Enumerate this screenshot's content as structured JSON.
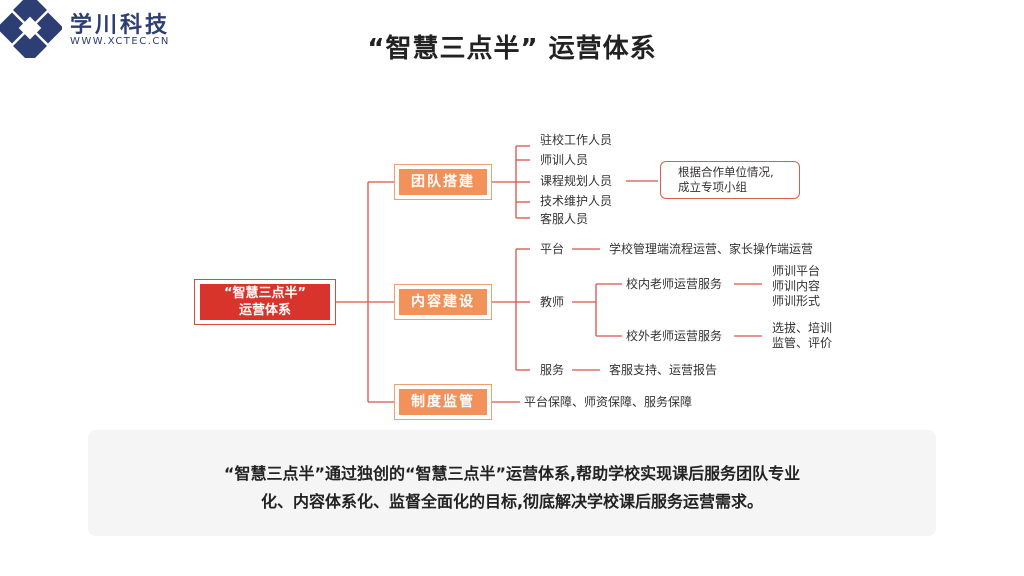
{
  "brand": {
    "name_cn": "学川科技",
    "url": "WWW.XCTEC.CN"
  },
  "title": "“智慧三点半” 运营体系",
  "root": {
    "line1": "“智慧三点半”",
    "line2": "运营体系"
  },
  "team": {
    "label": "团队搭建",
    "items": [
      "驻校工作人员",
      "师训人员",
      "课程规划人员",
      "技术维护人员",
      "客服人员"
    ],
    "note_line1": "根据合作单位情况,",
    "note_line2": "成立专项小组"
  },
  "content": {
    "label": "内容建设",
    "platform": {
      "label": "平台",
      "detail": "学校管理端流程运营、家长操作端运营"
    },
    "teacher": {
      "label": "教师",
      "internal": {
        "label": "校内老师运营服务",
        "items": [
          "师训平台",
          "师训内容",
          "师训形式"
        ]
      },
      "external": {
        "label": "校外老师运营服务",
        "line1": "选拔、培训",
        "line2": "监管、评价"
      }
    },
    "service": {
      "label": "服务",
      "detail": "客服支持、运营报告"
    }
  },
  "supervision": {
    "label": "制度监管",
    "detail": "平台保障、师资保障、服务保障"
  },
  "summary": {
    "line1": "“智慧三点半”通过独创的“智慧三点半”运营体系,帮助学校实现课后服务团队专业",
    "line2": "化、内容体系化、监督全面化的目标,彻底解决学校课后服务运营需求。"
  },
  "colors": {
    "root": "#d9342b",
    "category": "#f2915a",
    "connector": "#d9534a",
    "brand": "#2c3e73"
  }
}
